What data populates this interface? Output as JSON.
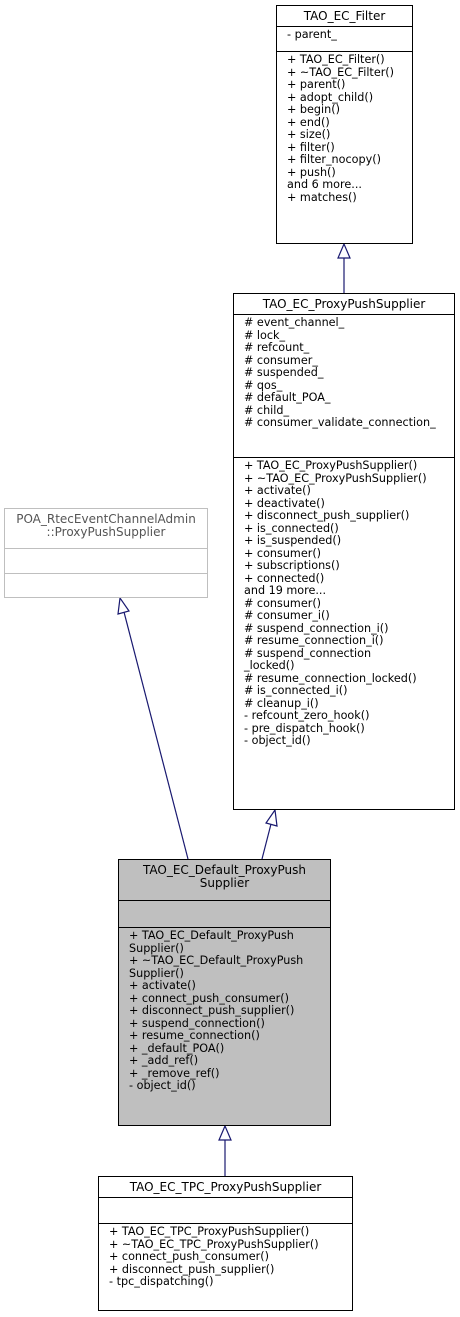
{
  "boxes": {
    "filter": {
      "title": "TAO_EC_Filter",
      "attributes": [
        "- parent_"
      ],
      "methods": [
        "+ TAO_EC_Filter()",
        "+ ~TAO_EC_Filter()",
        "+ parent()",
        "+ adopt_child()",
        "+ begin()",
        "+ end()",
        "+ size()",
        "+ filter()",
        "+ filter_nocopy()",
        "+ push()",
        "and 6 more...",
        "+ matches()"
      ]
    },
    "proxy_push_supplier": {
      "title": "TAO_EC_ProxyPushSupplier",
      "attributes": [
        "# event_channel_",
        "# lock_",
        "# refcount_",
        "# consumer_",
        "# suspended_",
        "# qos_",
        "# default_POA_",
        "# child_",
        "# consumer_validate_connection_"
      ],
      "methods": [
        "+ TAO_EC_ProxyPushSupplier()",
        "+ ~TAO_EC_ProxyPushSupplier()",
        "+ activate()",
        "+ deactivate()",
        "+ disconnect_push_supplier()",
        "+ is_connected()",
        "+ is_suspended()",
        "+ consumer()",
        "+ subscriptions()",
        "+ connected()",
        "and 19 more...",
        "# consumer()",
        "# consumer_i()",
        "# suspend_connection_i()",
        "# resume_connection_i()",
        "# suspend_connection",
        "_locked()",
        "# resume_connection_locked()",
        "# is_connected_i()",
        "# cleanup_i()",
        "- refcount_zero_hook()",
        "- pre_dispatch_hook()",
        "- object_id()"
      ]
    },
    "poa": {
      "title_lines": [
        "POA_RtecEventChannelAdmin",
        "::ProxyPushSupplier"
      ]
    },
    "default_proxy": {
      "title_lines": [
        "TAO_EC_Default_ProxyPush",
        "Supplier"
      ],
      "methods": [
        "+ TAO_EC_Default_ProxyPush",
        "Supplier()",
        "+ ~TAO_EC_Default_ProxyPush",
        "Supplier()",
        "+ activate()",
        "+ connect_push_consumer()",
        "+ disconnect_push_supplier()",
        "+ suspend_connection()",
        "+ resume_connection()",
        "+ _default_POA()",
        "+ _add_ref()",
        "+ _remove_ref()",
        "- object_id()"
      ]
    },
    "tpc": {
      "title": "TAO_EC_TPC_ProxyPushSupplier",
      "methods": [
        "+ TAO_EC_TPC_ProxyPushSupplier()",
        "+ ~TAO_EC_TPC_ProxyPushSupplier()",
        "+ connect_push_consumer()",
        "+ disconnect_push_supplier()",
        "- tpc_dispatching()"
      ]
    }
  },
  "colors": {
    "edge": "#191970",
    "highlight": "#bfbfbf",
    "external_border": "#bfbfbf"
  }
}
